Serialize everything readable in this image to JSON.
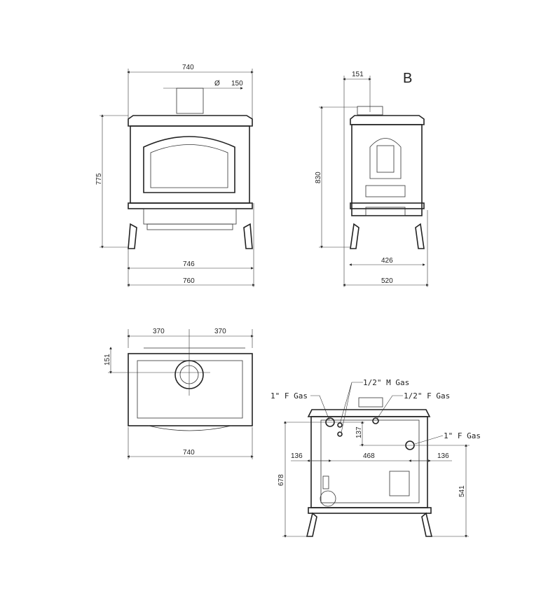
{
  "title_letter": "B",
  "front_view": {
    "width_top": "740",
    "flue_diameter_symbol": "Ø",
    "flue_diameter": "150",
    "height": "775",
    "width_base": "746",
    "width_overall": "760"
  },
  "side_view": {
    "flue_offset": "151",
    "height": "830",
    "leg_span": "426",
    "depth": "520"
  },
  "top_view": {
    "half_left": "370",
    "half_right": "370",
    "flue_offset": "151",
    "width": "740"
  },
  "back_view": {
    "labels": {
      "m_gas_half": "1/2\" M Gas",
      "f_gas_1_left": "1\" F Gas",
      "f_gas_half": "1/2\" F Gas",
      "f_gas_1_right": "1\" F Gas"
    },
    "dims": {
      "vertical_137": "137",
      "left_136": "136",
      "center_468": "468",
      "right_136": "136",
      "height_678": "678",
      "height_541": "541"
    }
  }
}
